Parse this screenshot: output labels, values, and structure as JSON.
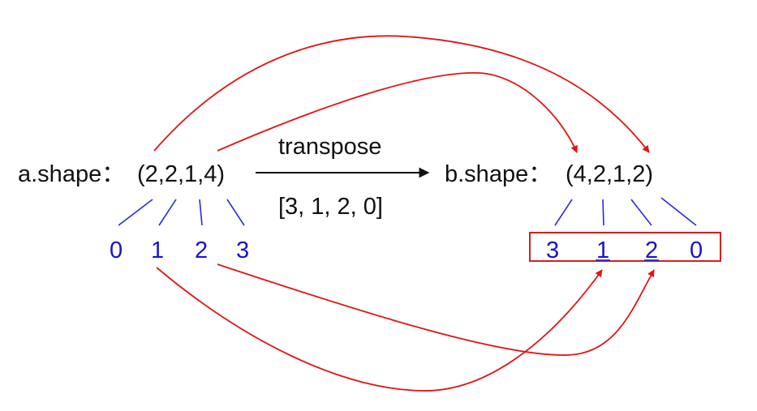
{
  "source": {
    "label": "a.shape：",
    "tuple": "(2,2,1,4)",
    "indices": [
      "0",
      "1",
      "2",
      "3"
    ]
  },
  "operation": {
    "name": "transpose",
    "permutation": "[3, 1, 2, 0]"
  },
  "target": {
    "label": "b.shape：",
    "tuple": "(4,2,1,2)",
    "indices": [
      "3",
      "1",
      "2",
      "0"
    ]
  },
  "colors": {
    "text": "#111111",
    "index": "#1414d2",
    "tick": "#2a2ae0",
    "mapping": "#e31414",
    "box": "#d42020"
  }
}
